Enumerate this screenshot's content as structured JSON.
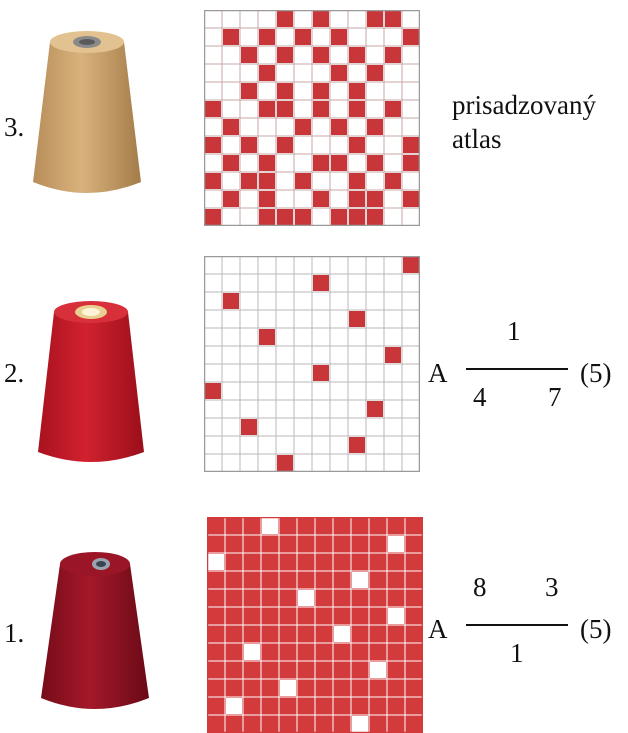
{
  "rows": [
    {
      "number": "3.",
      "cone_color": "#d8b27c",
      "grid": {
        "size": 12,
        "line_color": "#c9a7a7",
        "fill_color": "#c9363a",
        "cells": [
          "....X.X..XX.",
          ".X.X.X.X...X",
          "..X.X.X.X.X.",
          "...X...X.X..",
          "..X.X.X.X...",
          "X..XX.X.X.X.",
          ".X...X.X.X..",
          "X.X.X...X..X",
          ".X.X..XX.X.X",
          "X.XX.X..X.X.",
          ".X.X..X.XX.X",
          "X..XXX.XXX.."
        ]
      },
      "weave_label": {
        "line1": "prisadzovaný",
        "line2": "atlas"
      }
    },
    {
      "number": "2.",
      "cone_color": "#c81e2a",
      "grid": {
        "size": 12,
        "line_color": "#b8b8b8",
        "fill_color": "#c9363a",
        "cells": [
          "...........X",
          "......X.....",
          ".X..........",
          "........X...",
          "...X........",
          "..........X.",
          "......X.....",
          "X...........",
          ".........X..",
          "..X.........",
          "........X...",
          "....X......."
        ]
      },
      "fraction": {
        "prefix": "A",
        "top_left": "",
        "top_right": "1",
        "bottom_left": "4",
        "bottom_right": "7",
        "suffix": "(5)"
      }
    },
    {
      "number": "1.",
      "cone_color": "#9b1224",
      "grid": {
        "size": 12,
        "line_color": "#ffffff",
        "fill_color": "#d23a3c",
        "cells": [
          "...X........",
          "..........X.",
          "X...........",
          "........X...",
          ".....X......",
          "..........X.",
          ".......X....",
          "..X.........",
          ".........X..",
          "....X.......",
          ".X..........",
          "........X..."
        ]
      },
      "fraction": {
        "prefix": "A",
        "top_left": "8",
        "top_right": "3",
        "bottom_left": "",
        "bottom_right": "1",
        "suffix": "(5)"
      }
    }
  ]
}
